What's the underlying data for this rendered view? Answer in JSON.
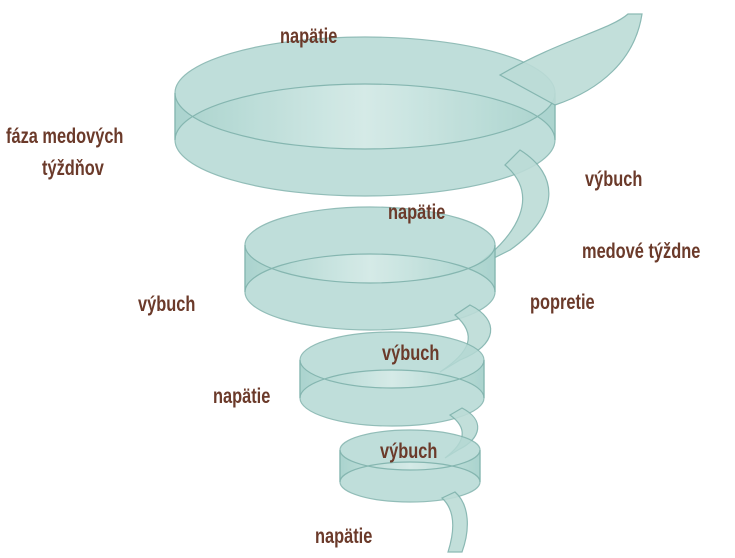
{
  "colors": {
    "ribbon_front": "#c6e2de",
    "ribbon_back": "#a7d0cb",
    "ribbon_stroke": "#7fb2ac",
    "label_text": "#6b3a2a",
    "background": "#ffffff"
  },
  "labels": {
    "top_tension": "napätie",
    "honeymoon_phase_line1": "fáza medových",
    "honeymoon_phase_line2": "týždňov",
    "explosion_right": "výbuch",
    "honeymoon_weeks": "medové týždne",
    "denial": "popretie",
    "tension_second": "napätie",
    "explosion_left": "výbuch",
    "explosion_third": "výbuch",
    "tension_left": "napätie",
    "explosion_fourth": "výbuch",
    "tension_bottom": "napätie"
  }
}
